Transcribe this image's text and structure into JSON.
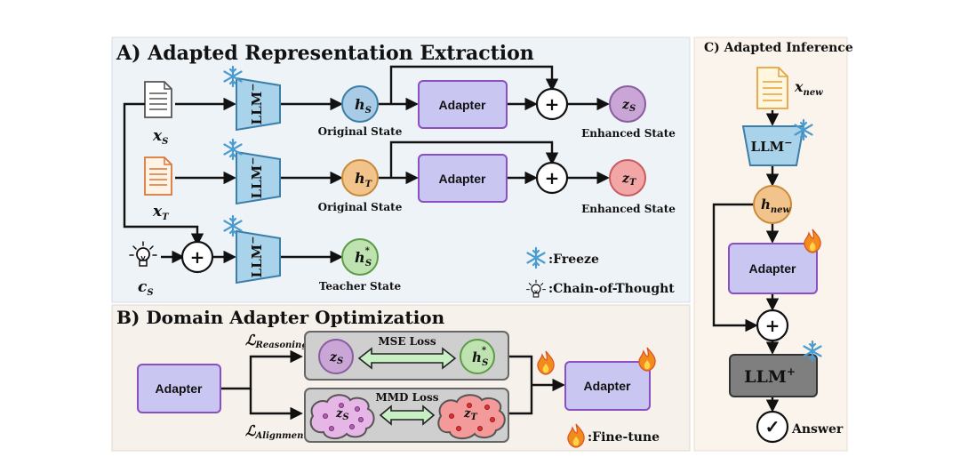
{
  "sections": {
    "a_title": "A) Adapted Representation Extraction",
    "b_title": "B) Domain Adapter Optimization",
    "c_title": "C) Adapted Inference"
  },
  "models": {
    "llm_minus_base": "LLM",
    "llm_minus_sup": "−",
    "llm_plus_base": "LLM",
    "llm_plus_sup": "+"
  },
  "adapter_label": "Adapter",
  "inputs": {
    "xs_base": "x",
    "xs_sub": "S",
    "xt_base": "x",
    "xt_sub": "T",
    "cs_base": "c",
    "cs_sub": "S",
    "xnew_base": "x",
    "xnew_sub": "new"
  },
  "states": {
    "hs_base": "h",
    "hs_sub": "S",
    "ht_base": "h",
    "ht_sub": "T",
    "hstar_base": "h",
    "hstar_sup": "*",
    "hstar_sub": "S",
    "zs_base": "z",
    "zs_sub": "S",
    "zt_base": "z",
    "zt_sub": "T",
    "hnew_base": "h",
    "hnew_sub": "new"
  },
  "captions": {
    "original_state": "Original State",
    "enhanced_state": "Enhanced State",
    "teacher_state": "Teacher State"
  },
  "legend": {
    "freeze": ":Freeze",
    "cot": ":Chain-of-Thought",
    "finetune": ":Fine-tune"
  },
  "losses": {
    "reasoning_sym": "ℒ",
    "reasoning_sub": "Reasoning",
    "alignment_sym": "ℒ",
    "alignment_sub": "Alignment",
    "mse": "MSE Loss",
    "mmd": "MMD Loss"
  },
  "answer": "Answer",
  "plus_symbol": "+",
  "check_symbol": "✓",
  "colors": {
    "llm_fill": "#a9d3ea",
    "llm_stroke": "#3b7fa8",
    "adapter_fill": "#c9c6f2",
    "adapter_stroke": "#8a4fc0",
    "hs_fill": "#a9cbe6",
    "ht_fill": "#f2c38b",
    "hstar_fill": "#bfe3b0",
    "zs_fill": "#c9a6d6",
    "zt_fill": "#f3a6a6",
    "snow": "#4a9bd0",
    "doc_s": "#555555",
    "doc_t": "#d9783a",
    "doc_new": "#e6a23c"
  }
}
